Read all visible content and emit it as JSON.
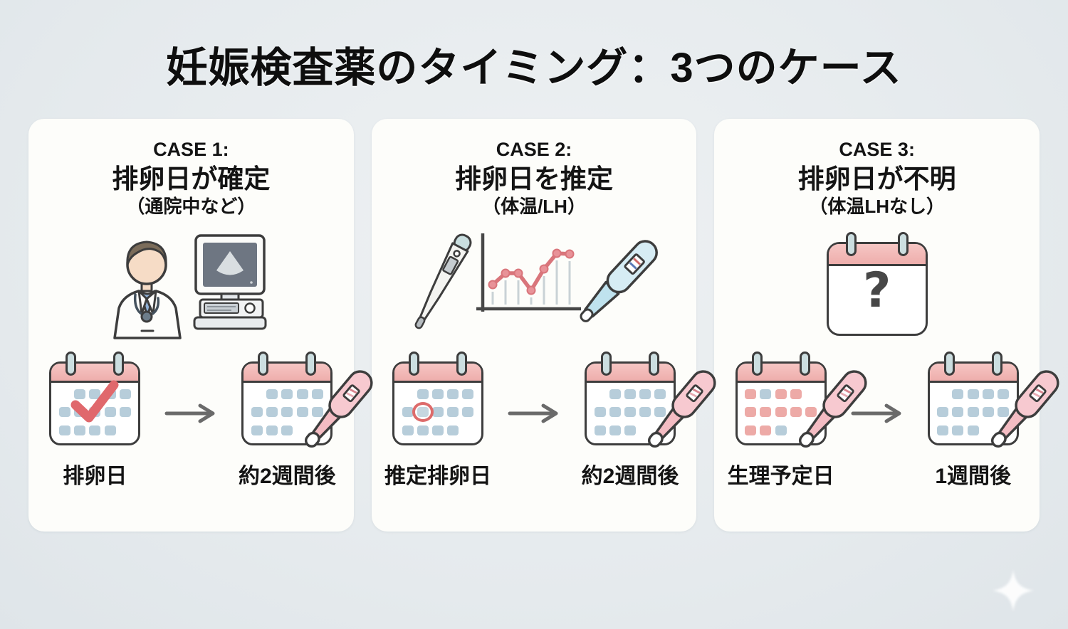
{
  "title": "妊娠検査薬のタイミング：3つのケース",
  "colors": {
    "background": "#e6ebee",
    "card": "#fdfdfa",
    "text": "#141414",
    "calendar_header_pink": "#f2b6b4",
    "day_blue": "#b7cdda",
    "day_pink": "#edaaa7",
    "marker_red": "#e0686c",
    "test_stick_pink": "#f7c9d0",
    "lh_stick_blue": "#d6ecf4",
    "arrow_gray": "#6a6a6a"
  },
  "cards": [
    {
      "case_label": "CASE 1:",
      "heading": "排卵日が確定",
      "subheading": "（通院中など）",
      "hero": "doctor-with-ultrasound-monitor",
      "timeline": {
        "start": {
          "label": "排卵日",
          "marker": "check",
          "stick": false,
          "cells": [
            [
              "",
              "b",
              "b",
              "b",
              "b"
            ],
            [
              "b",
              "b",
              "b",
              "b",
              "b"
            ],
            [
              "b",
              "b",
              "b",
              "b",
              ""
            ]
          ]
        },
        "end": {
          "label": "約2週間後",
          "marker": "none",
          "stick": true,
          "cells": [
            [
              "",
              "b",
              "b",
              "b",
              "b"
            ],
            [
              "b",
              "b",
              "b",
              "b",
              "b"
            ],
            [
              "b",
              "b",
              "b",
              "",
              ""
            ]
          ]
        }
      }
    },
    {
      "case_label": "CASE 2:",
      "heading": "排卵日を推定",
      "subheading": "（体温/LH）",
      "hero": "thermometer-bbt-chart-lh-test",
      "hero_chart": {
        "type": "line",
        "description": "basal body temperature curve: dip then sharp rise",
        "points": [
          [
            14,
            66
          ],
          [
            32,
            50
          ],
          [
            50,
            50
          ],
          [
            68,
            74
          ],
          [
            86,
            44
          ],
          [
            104,
            22
          ],
          [
            122,
            23
          ]
        ]
      },
      "timeline": {
        "start": {
          "label": "推定排卵日",
          "marker": "circle",
          "stick": false,
          "cells": [
            [
              "",
              "b",
              "b",
              "b",
              "b"
            ],
            [
              "b",
              "o",
              "b",
              "b",
              "b"
            ],
            [
              "b",
              "b",
              "b",
              "b",
              ""
            ]
          ]
        },
        "end": {
          "label": "約2週間後",
          "marker": "none",
          "stick": true,
          "cells": [
            [
              "",
              "b",
              "b",
              "b",
              "b"
            ],
            [
              "b",
              "b",
              "b",
              "b",
              "b"
            ],
            [
              "b",
              "b",
              "b",
              "",
              ""
            ]
          ]
        }
      }
    },
    {
      "case_label": "CASE 3:",
      "heading": "排卵日が不明",
      "subheading": "（体温LHなし）",
      "hero": "calendar-question",
      "hero_symbol": "?",
      "timeline": {
        "start": {
          "label": "生理予定日",
          "marker": "none",
          "stick": true,
          "cells": [
            [
              "p",
              "b",
              "p",
              "p",
              ""
            ],
            [
              "p",
              "p",
              "p",
              "p",
              "p"
            ],
            [
              "p",
              "p",
              "b",
              "",
              ""
            ]
          ]
        },
        "end": {
          "label": "1週間後",
          "marker": "none",
          "stick": true,
          "cells": [
            [
              "",
              "b",
              "b",
              "b",
              "b"
            ],
            [
              "b",
              "b",
              "b",
              "b",
              "b"
            ],
            [
              "b",
              "b",
              "b",
              "",
              ""
            ]
          ]
        }
      }
    }
  ]
}
